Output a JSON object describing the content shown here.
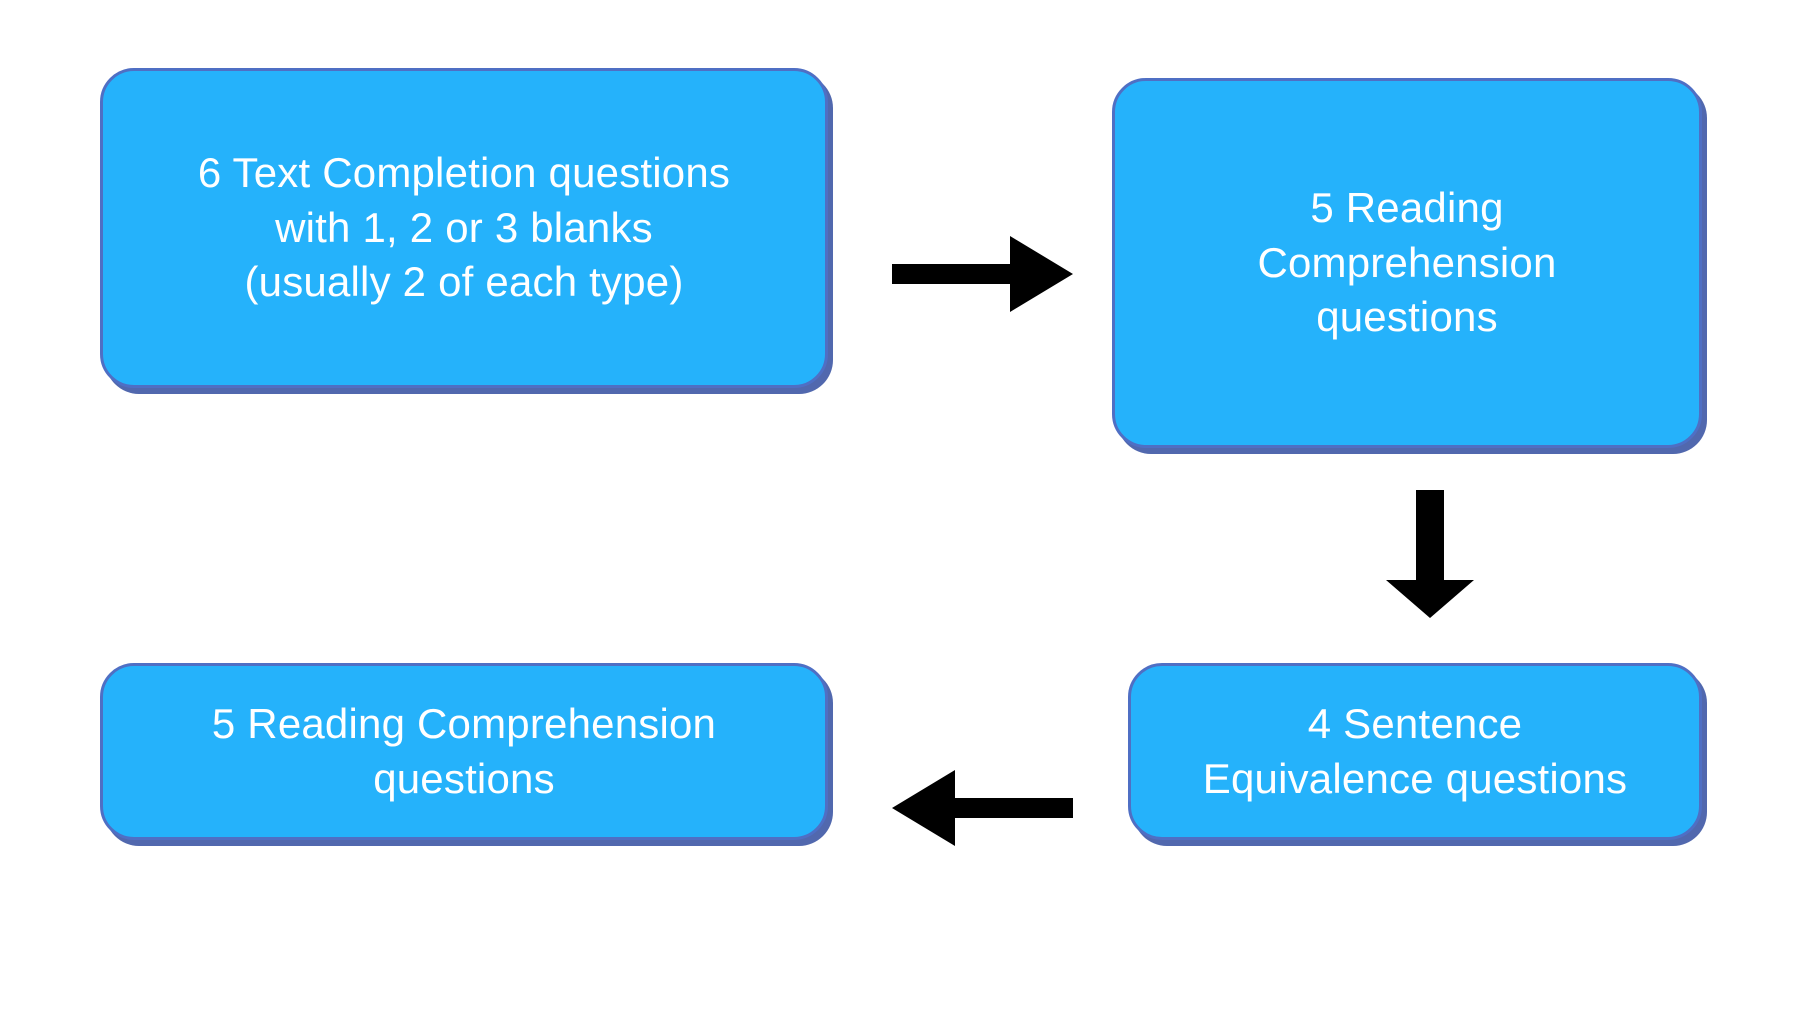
{
  "diagram": {
    "type": "flowchart",
    "background_color": "#ffffff",
    "node_fill_color": "#25b2fb",
    "node_border_color": "#4f6fc4",
    "node_shadow_color": "#3e58a5",
    "node_text_color": "#ffffff",
    "arrow_color": "#000000",
    "nodes": [
      {
        "id": "text-completion",
        "label": "6 Text Completion questions\nwith 1, 2 or 3 blanks\n(usually 2 of each type)",
        "order": 1
      },
      {
        "id": "reading-comprehension-1",
        "label": "5 Reading\nComprehension\nquestions",
        "order": 2
      },
      {
        "id": "sentence-equivalence",
        "label": "4 Sentence\nEquivalence questions",
        "order": 3
      },
      {
        "id": "reading-comprehension-2",
        "label": "5 Reading Comprehension\nquestions",
        "order": 4
      }
    ],
    "arrows": [
      {
        "id": "arrow-right",
        "from": "text-completion",
        "to": "reading-comprehension-1",
        "direction": "right"
      },
      {
        "id": "arrow-down",
        "from": "reading-comprehension-1",
        "to": "sentence-equivalence",
        "direction": "down"
      },
      {
        "id": "arrow-left",
        "from": "sentence-equivalence",
        "to": "reading-comprehension-2",
        "direction": "left"
      }
    ]
  }
}
